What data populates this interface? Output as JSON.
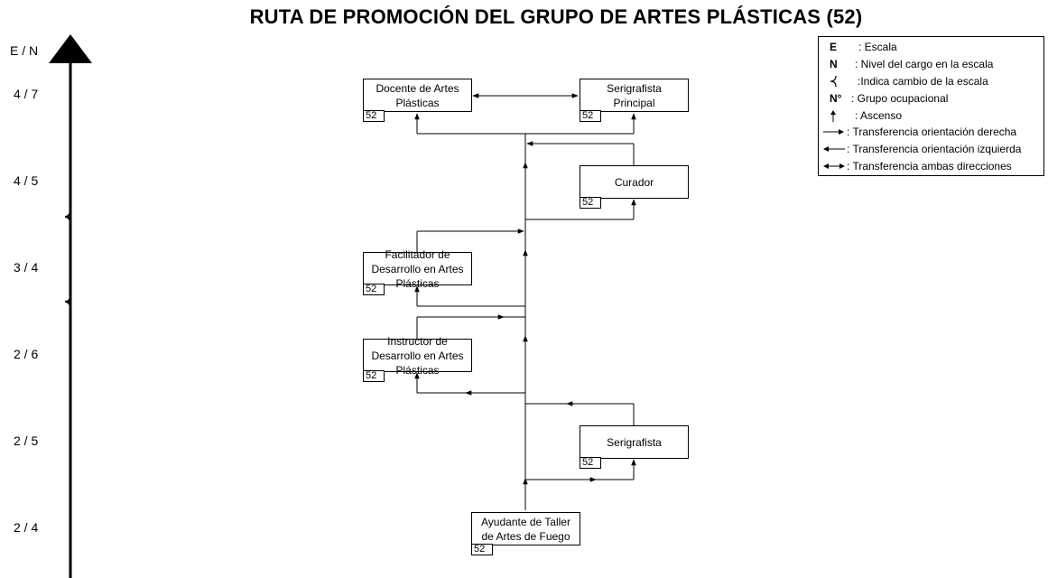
{
  "title": "RUTA DE PROMOCIÓN DEL GRUPO DE ARTES PLÁSTICAS (52)",
  "axis": {
    "header": "E / N",
    "levels": [
      "4 / 7",
      "4 / 5",
      "3 / 4",
      "2 / 6",
      "2 / 5",
      "2 / 4"
    ]
  },
  "nodes": [
    {
      "label": "Docente de Artes\nPlásticas",
      "group": "52"
    },
    {
      "label": "Serigrafista\nPrincipal",
      "group": "52"
    },
    {
      "label": "Curador",
      "group": "52"
    },
    {
      "label": "Facilitador de\nDesarrollo en Artes\nPlásticas",
      "group": "52"
    },
    {
      "label": "Instructor de\nDesarrollo en Artes\nPlásticas",
      "group": "52"
    },
    {
      "label": "Serigrafista",
      "group": "52"
    },
    {
      "label": "Ayudante de Taller\nde Artes de Fuego",
      "group": "52"
    }
  ],
  "legend": {
    "items": [
      {
        "symbol": "E",
        "text": ": Escala",
        "icon": ""
      },
      {
        "symbol": "N",
        "text": ": Nivel del cargo en la escala",
        "icon": ""
      },
      {
        "symbol": "",
        "text": ":Indica cambio de la escala",
        "icon": "scale-change-icon"
      },
      {
        "symbol": "N°",
        "text": ": Grupo ocupacional",
        "icon": ""
      },
      {
        "symbol": "",
        "text": ": Ascenso",
        "icon": "arrow-up-icon"
      },
      {
        "symbol": "",
        "text": ": Transferencia orientación derecha",
        "icon": "arrow-right-icon"
      },
      {
        "symbol": "",
        "text": ": Transferencia orientación izquierda",
        "icon": "arrow-left-icon"
      },
      {
        "symbol": "",
        "text": ": Transferencia ambas direcciones",
        "icon": "arrow-both-icon"
      }
    ]
  }
}
